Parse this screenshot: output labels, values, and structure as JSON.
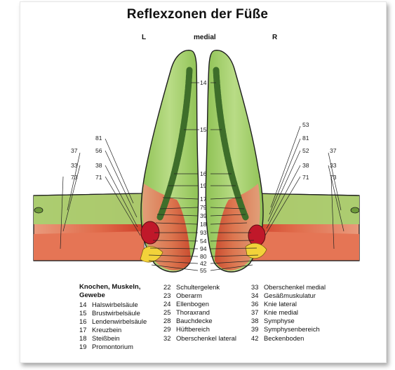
{
  "title": "Reflexzonen der Füße",
  "headers": {
    "left": "L",
    "center": "medial",
    "right": "R"
  },
  "labels": {
    "center": [
      "14",
      "15",
      "16",
      "19",
      "17",
      "79",
      "39",
      "18",
      "93",
      "54",
      "94",
      "80",
      "42",
      "55"
    ],
    "left_outer": [
      "37",
      "33",
      "73"
    ],
    "left_inner": [
      "81",
      "56",
      "38",
      "71"
    ],
    "right_outer": [
      "37",
      "33",
      "73"
    ],
    "right_inner": [
      "53",
      "81",
      "52",
      "38",
      "71"
    ]
  },
  "legend": {
    "heading_line1": "Knochen, Muskeln,",
    "heading_line2": "Gewebe",
    "col1": [
      {
        "num": "14",
        "text": "Halswirbelsäule"
      },
      {
        "num": "15",
        "text": "Brustwirbelsäule"
      },
      {
        "num": "16",
        "text": "Lendenwirbelsäule"
      },
      {
        "num": "17",
        "text": "Kreuzbein"
      },
      {
        "num": "18",
        "text": "Steißbein"
      },
      {
        "num": "19",
        "text": "Promontorium"
      }
    ],
    "col2": [
      {
        "num": "22",
        "text": "Schultergelenk"
      },
      {
        "num": "23",
        "text": "Oberarm"
      },
      {
        "num": "24",
        "text": "Ellenbogen"
      },
      {
        "num": "25",
        "text": "Thoraxrand"
      },
      {
        "num": "28",
        "text": "Bauchdecke"
      },
      {
        "num": "29",
        "text": "Hüftbereich"
      },
      {
        "num": "32",
        "text": "Oberschenkel lateral"
      }
    ],
    "col3": [
      {
        "num": "33",
        "text": "Oberschenkel medial"
      },
      {
        "num": "34",
        "text": "Gesäßmuskulatur"
      },
      {
        "num": "36",
        "text": "Knie lateral"
      },
      {
        "num": "37",
        "text": "Knie medial"
      },
      {
        "num": "38",
        "text": "Symphyse"
      },
      {
        "num": "39",
        "text": "Symphysenbereich"
      },
      {
        "num": "42",
        "text": "Beckenboden"
      }
    ]
  },
  "colors": {
    "foot_green": "#a6cf6a",
    "foot_green_dark": "#5c8a2e",
    "heel_red": "#d9573e",
    "heel_pink": "#f0b49a",
    "spine_green": "#3e6e2a",
    "pelvis_red": "#c0182a",
    "bone_yellow": "#f2d23a",
    "outline": "#1d1d1d"
  }
}
